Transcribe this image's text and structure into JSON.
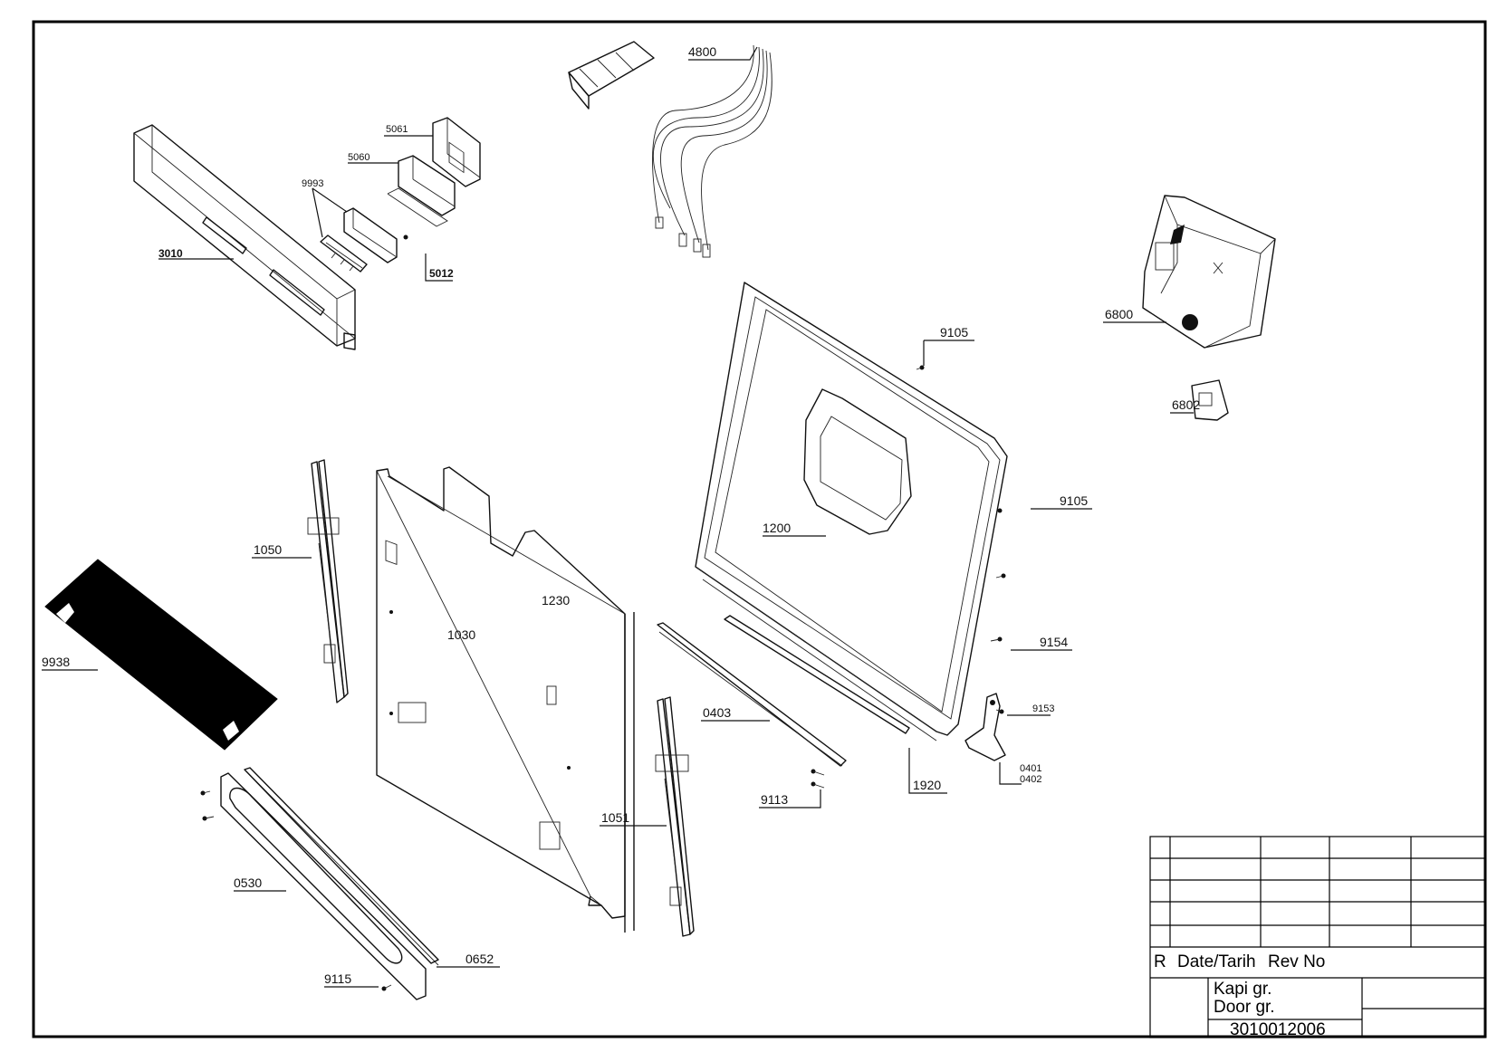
{
  "drawing": {
    "part_labels": {
      "p3010": "3010",
      "p9993": "9993",
      "p5060": "5060",
      "p5061": "5061",
      "p5012": "5012",
      "p4800": "4800",
      "p6800": "6800",
      "p6802": "6802",
      "p9105a": "9105",
      "p9105b": "9105",
      "p1200": "1200",
      "p9154": "9154",
      "p9153": "9153",
      "p0401": "0401",
      "p0402": "0402",
      "p1920": "1920",
      "p9113": "9113",
      "p0403": "0403",
      "p1230": "1230",
      "p1030": "1030",
      "p1050": "1050",
      "p1051": "1051",
      "p9938": "9938",
      "p0530": "0530",
      "p0652": "0652",
      "p9115": "9115"
    }
  },
  "title_block": {
    "r_label": "R",
    "date_label": "Date/Tarih",
    "rev_label": "Rev No",
    "title_line1": "Kapi gr.",
    "title_line2": "Door gr.",
    "drawing_number": "3010012006"
  }
}
